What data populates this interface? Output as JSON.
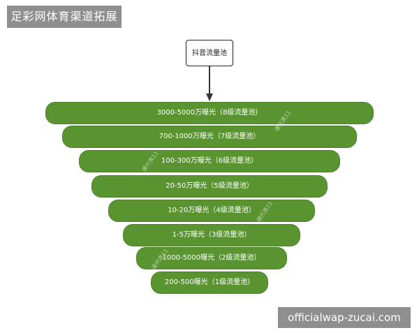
{
  "header": {
    "title": "足彩网体育渠道拓展"
  },
  "diagram": {
    "source": "抖音流量池",
    "tiers": [
      {
        "label": "3000-5000万曝光（8级流量池）"
      },
      {
        "label": "700-1000万曝光（7级流量池）"
      },
      {
        "label": "100-300万曝光（6级流量池）"
      },
      {
        "label": "20-50万曝光（5级流量池）"
      },
      {
        "label": "10-20万曝光（4级流量池）"
      },
      {
        "label": "1-5万曝光（3级流量池）"
      },
      {
        "label": "1000-5000曝光（2级流量池）"
      },
      {
        "label": "200-500曝光（1级流量池）"
      }
    ],
    "watermark": "课代表11"
  },
  "footer": {
    "site": "officialwap-zucai.com"
  },
  "colors": {
    "tier_fill": "#5a9431",
    "banner": "#8f8f8f"
  }
}
